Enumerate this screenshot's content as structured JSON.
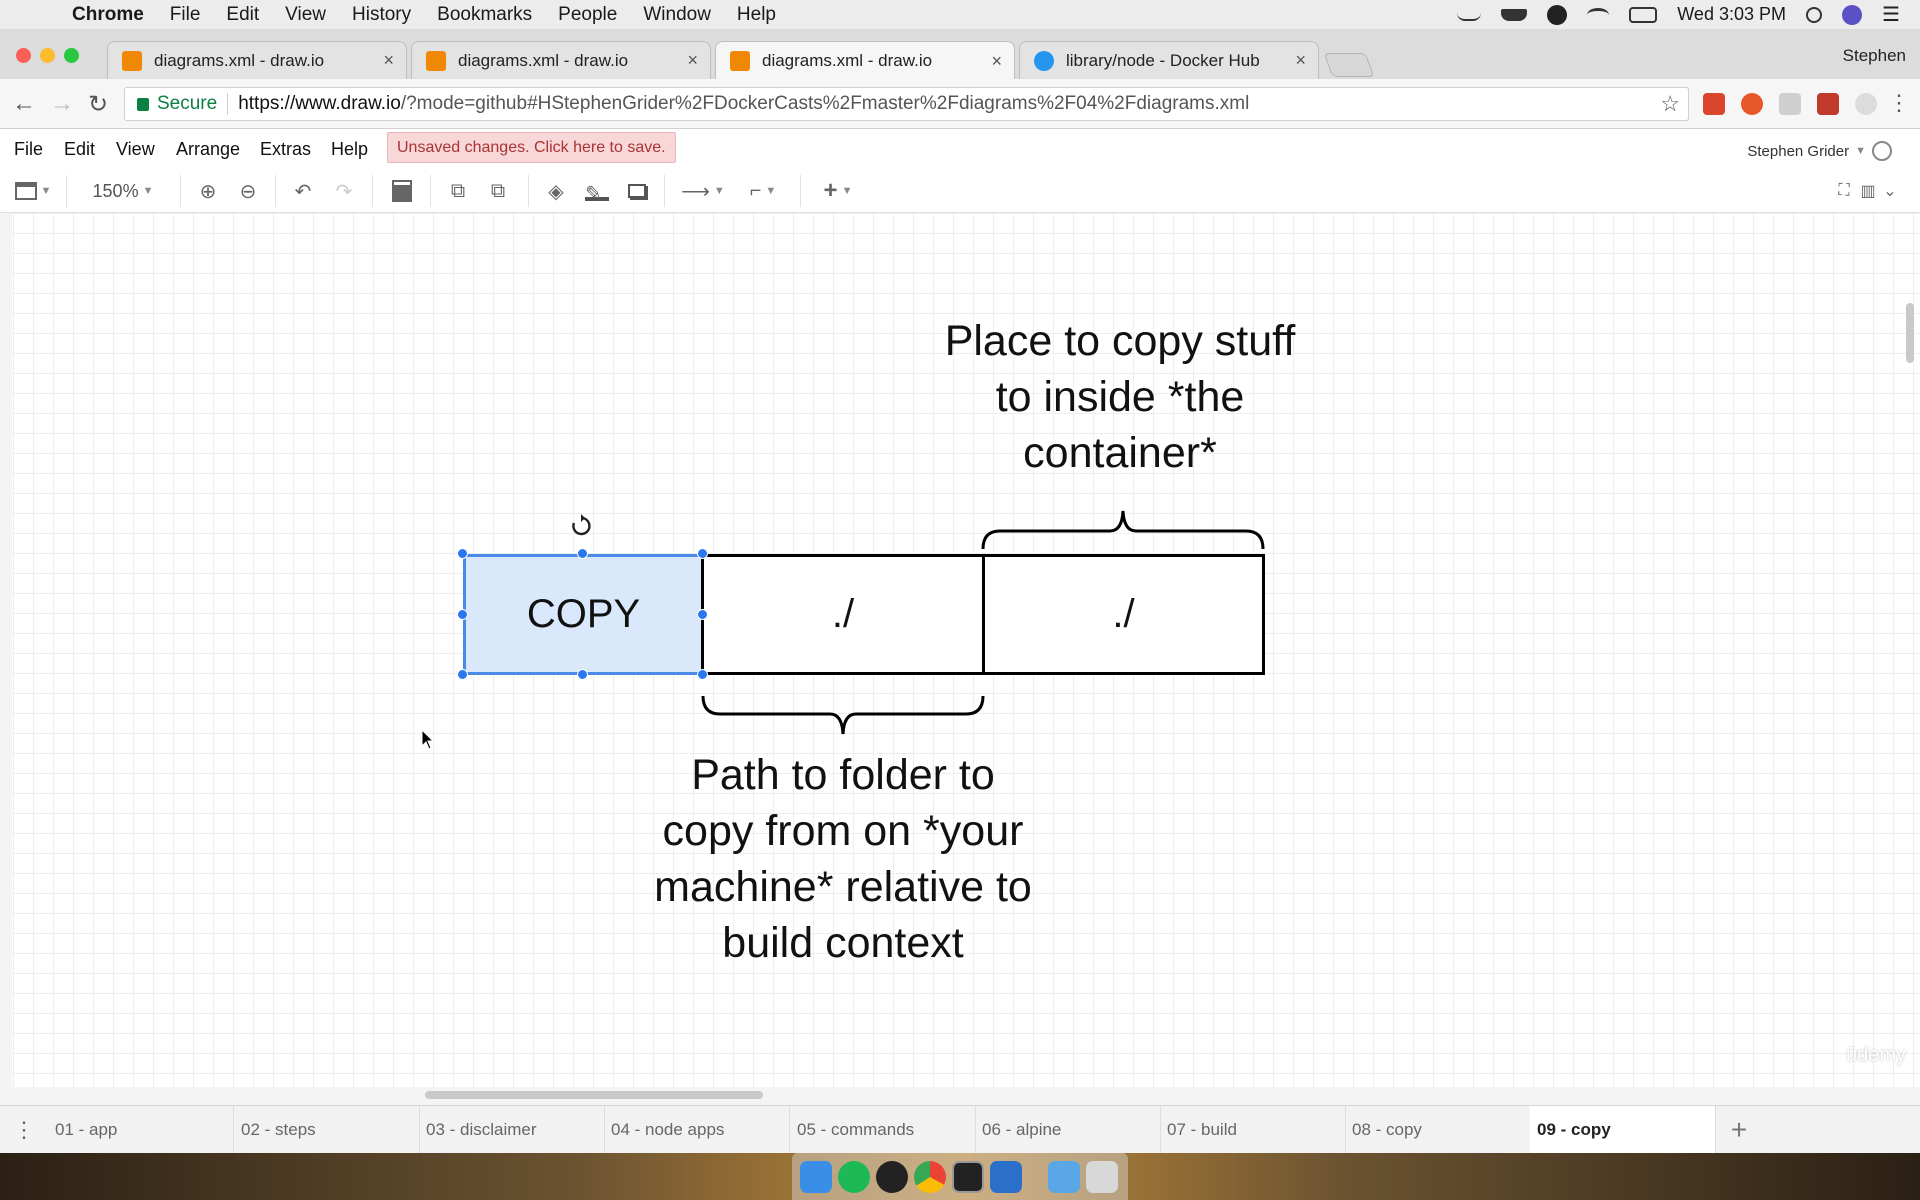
{
  "mac_menubar": {
    "app_name": "Chrome",
    "items": [
      "File",
      "Edit",
      "View",
      "History",
      "Bookmarks",
      "People",
      "Window",
      "Help"
    ],
    "clock": "Wed 3:03 PM"
  },
  "browser": {
    "tabs": [
      {
        "title": "diagrams.xml - draw.io",
        "icon": "drawio-icon",
        "active": false
      },
      {
        "title": "diagrams.xml - draw.io",
        "icon": "drawio-icon",
        "active": false
      },
      {
        "title": "diagrams.xml - draw.io",
        "icon": "drawio-icon",
        "active": true
      },
      {
        "title": "library/node - Docker Hub",
        "icon": "docker-icon",
        "active": false
      }
    ],
    "profile_name": "Stephen",
    "secure_label": "Secure",
    "url_host": "https://www.draw.io",
    "url_rest": "/?mode=github#HStephenGrider%2FDockerCasts%2Fmaster%2Fdiagrams%2F04%2Fdiagrams.xml"
  },
  "app": {
    "menu": [
      "File",
      "Edit",
      "View",
      "Arrange",
      "Extras",
      "Help"
    ],
    "unsaved_notice": "Unsaved changes. Click here to save.",
    "user_name": "Stephen Grider",
    "zoom": "150%"
  },
  "diagram": {
    "cells": [
      "COPY",
      "./",
      "./"
    ],
    "top_caption_lines": [
      "Place to copy stuff",
      "to inside *the",
      "container*"
    ],
    "bottom_caption_lines": [
      "Path to folder to",
      "copy from on *your",
      "machine* relative to",
      "build context"
    ],
    "watermark": "ūdemy"
  },
  "pages": [
    "01 - app",
    "02 - steps",
    "03 - disclaimer",
    "04 - node apps",
    "05 - commands",
    "06 - alpine",
    "07 - build",
    "08 - copy",
    "09 - copy"
  ],
  "active_page": "09 - copy",
  "colors": {
    "selected_fill": "#dae8fc",
    "selection_handle": "#2a78f0",
    "unsaved_bg": "#f8d7d8",
    "secure_green": "#0b8043"
  }
}
